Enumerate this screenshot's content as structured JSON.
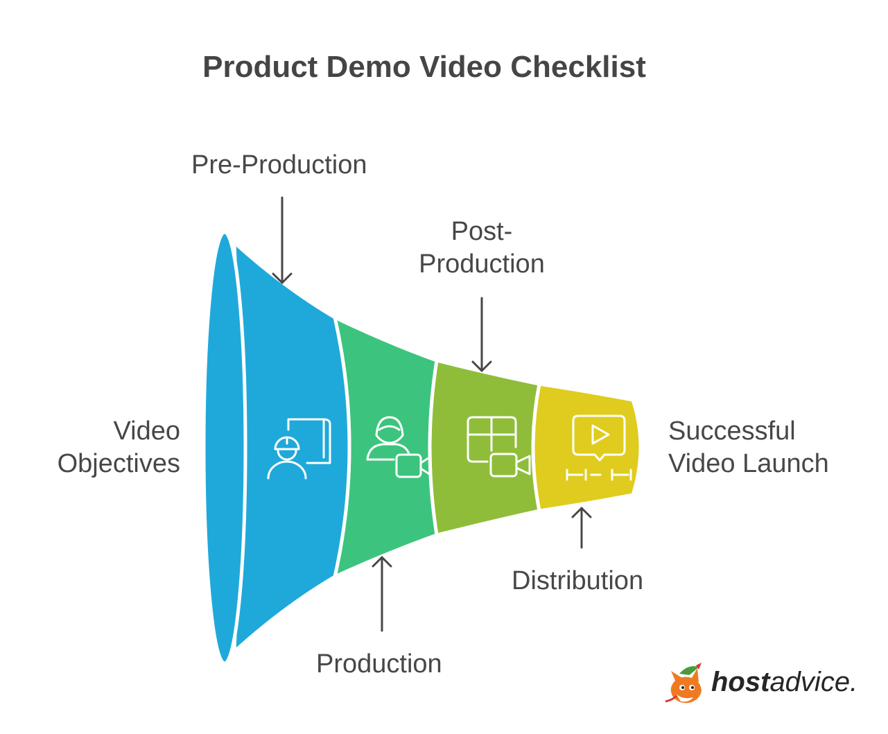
{
  "title": "Product Demo Video Checklist",
  "stages": [
    {
      "id": "pre-production",
      "label": "Pre-Production",
      "color": "#1FA9DA",
      "icon": "engineer-blueprint-icon"
    },
    {
      "id": "production",
      "label": "Production",
      "color": "#3CC47E",
      "icon": "person-video-camera-icon"
    },
    {
      "id": "post-production",
      "label_line1": "Post-",
      "label_line2": "Production",
      "color": "#8FBD3A",
      "icon": "grid-video-camera-icon"
    },
    {
      "id": "distribution",
      "label": "Distribution",
      "color": "#DFCC1E",
      "icon": "video-player-timeline-icon"
    }
  ],
  "start": {
    "line1": "Video",
    "line2": "Objectives"
  },
  "end": {
    "line1": "Successful",
    "line2": "Video Launch"
  },
  "logo": {
    "bold": "host",
    "regular": "advice."
  }
}
